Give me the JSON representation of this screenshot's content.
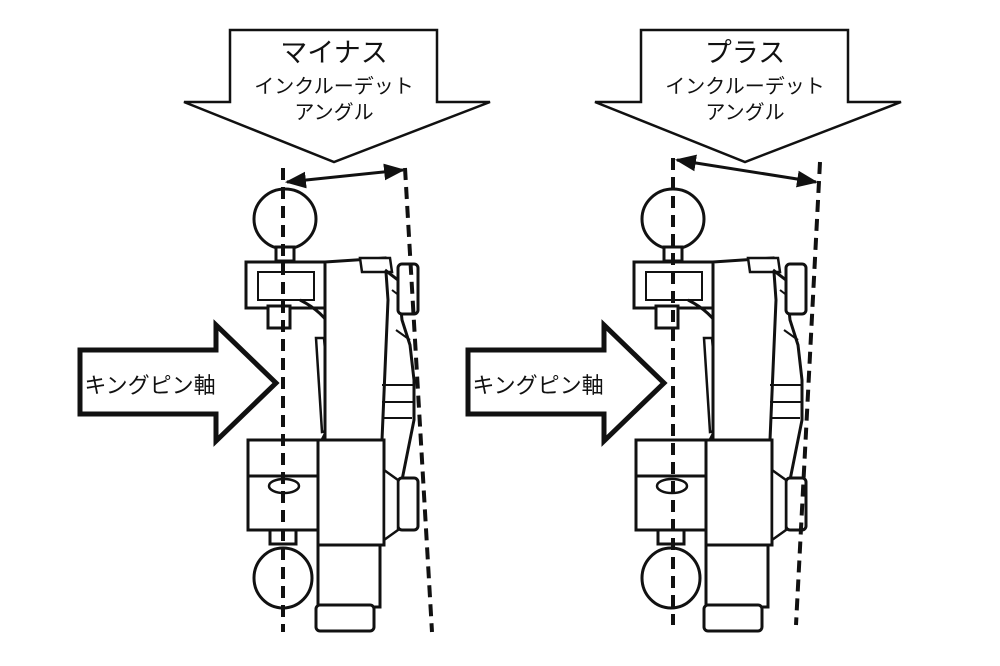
{
  "panels": [
    {
      "id": "minus",
      "title": "マイナス",
      "line1": "インクルーデット",
      "line2": "アングル",
      "axis_label": "キングピン軸"
    },
    {
      "id": "plus",
      "title": "プラス",
      "line1": "インクルーデット",
      "line2": "アングル",
      "axis_label": "キングピン軸"
    }
  ],
  "colors": {
    "ink": "#111111",
    "fill": "#ffffff",
    "shade": "#d9d9d9"
  },
  "icons": {
    "indicator": "down-arrow-callout-icon",
    "pointer": "right-block-arrow-icon"
  }
}
